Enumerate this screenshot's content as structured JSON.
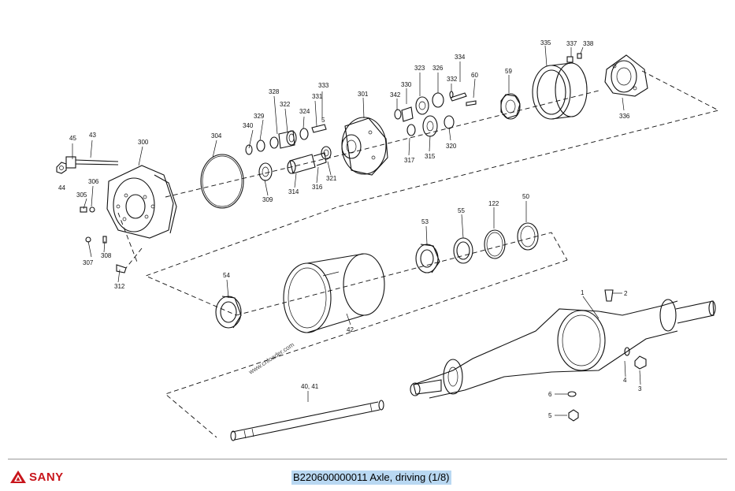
{
  "watermark": "www.cnloader.com",
  "footer": {
    "brand": "SANY",
    "caption": "B220600000011 Axle, driving (1/8)"
  },
  "colors": {
    "brand": "#c8151b",
    "caption_highlight": "#b9d8f2",
    "watermark": "#4a8fd0"
  },
  "part_labels": {
    "p1": "1",
    "p2": "2",
    "p3": "3",
    "p4": "4",
    "p5": "5",
    "p6": "6",
    "p40": "40, 41",
    "p42": "42",
    "p43": "43",
    "p44": "44",
    "p45": "45",
    "p50": "50",
    "p53": "53",
    "p54": "54",
    "p55": "55",
    "p59": "59",
    "p60": "60",
    "p122": "122",
    "p300": "300",
    "p301": "301",
    "p304": "304",
    "p305": "305",
    "p306": "306",
    "p307": "307",
    "p308": "308",
    "p309": "309",
    "p312": "312",
    "p314": "314",
    "p315": "315",
    "p316": "316",
    "p317": "317",
    "p320": "320",
    "p321": "321",
    "p322": "322",
    "p323": "323",
    "p324": "324",
    "p326": "326",
    "p328": "328",
    "p329": "329",
    "p330": "330",
    "p331": "331",
    "p332": "332",
    "p333": "333",
    "p334": "334",
    "p335": "335",
    "p336": "336",
    "p337": "337",
    "p338": "338",
    "p340": "340",
    "p342": "342",
    "p5b": "5"
  }
}
